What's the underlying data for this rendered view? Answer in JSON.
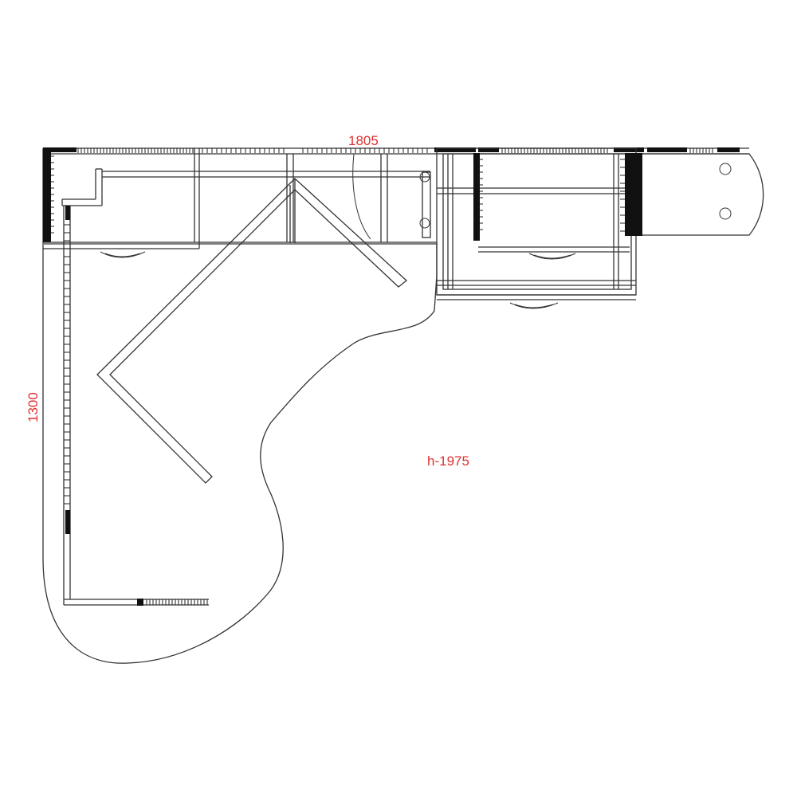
{
  "dimensions": {
    "width": "1805",
    "depth": "1300",
    "height": "h-1975"
  },
  "colors": {
    "line": "#333333",
    "dimension_text": "#e03030",
    "background": "#ffffff"
  }
}
